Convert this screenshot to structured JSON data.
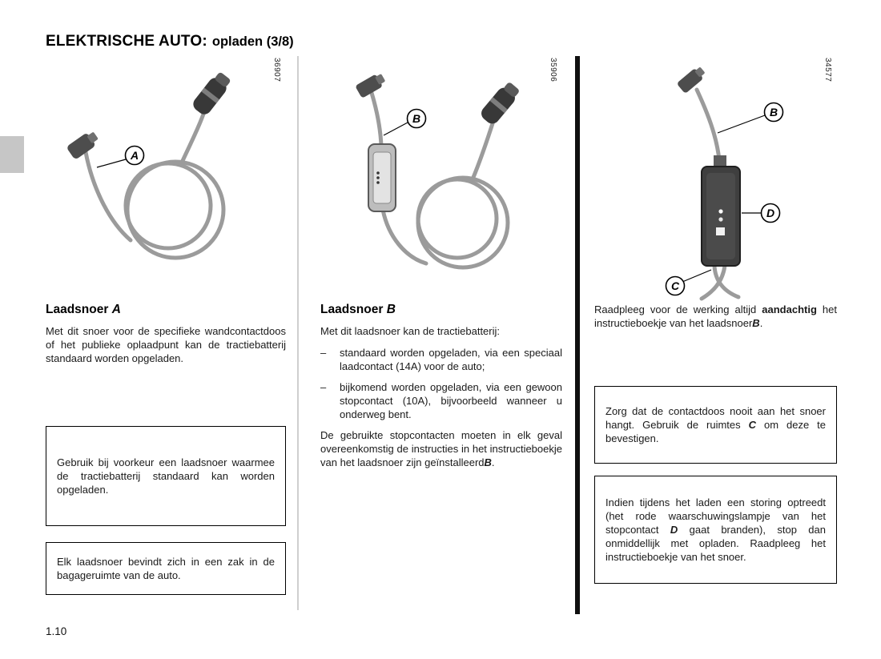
{
  "header": {
    "title_main": "ELEKTRISCHE AUTO:",
    "title_sub": "opladen (3/8)"
  },
  "footer": {
    "page_number": "1.10"
  },
  "column_a": {
    "figure_number": "36907",
    "callout_a": "A",
    "heading_text": "Laadsnoer ",
    "heading_letter": "A",
    "intro": "Met dit snoer voor de specifieke wandcontactdoos of het publieke oplaadpunt kan de tractiebatterij standaard worden opgeladen.",
    "note_preferred": "Gebruik bij voorkeur een laadsnoer waarmee de tractiebatterij standaard kan worden opgeladen.",
    "note_storage": "Elk laadsnoer bevindt zich in een zak in de bagageruimte van de auto."
  },
  "column_b": {
    "figure_number": "35906",
    "callout_b": "B",
    "heading_text": "Laadsnoer ",
    "heading_letter": "B",
    "intro": "Met dit laadsnoer kan de tractiebatterij:",
    "bullet_marker": "–",
    "bullets": [
      "standaard worden opgeladen, via een speciaal laadcontact (14A) voor de auto;",
      "bijkomend worden opgeladen, via een gewoon stopcontact (10A), bijvoorbeeld wanneer u onderweg bent."
    ],
    "outro_part1": "De gebruikte stopcontacten moeten in elk geval overeenkomstig de instructies in het instructieboekje van het laadsnoer zijn geïnstalleerd",
    "outro_letter": "B",
    "outro_part2": "."
  },
  "column_c": {
    "figure_number": "34577",
    "callout_b": "B",
    "callout_c": "C",
    "callout_d": "D",
    "intro_part1": "Raadpleeg voor de werking altijd ",
    "intro_bold": "aandachtig",
    "intro_part2": " het instructieboekje van het laadsnoer",
    "intro_letter": "B",
    "intro_part3": ".",
    "note_socket_part1": "Zorg dat de contactdoos nooit aan het snoer hangt. Gebruik de ruimtes ",
    "note_socket_letter": "C",
    "note_socket_part2": " om deze te bevestigen.",
    "note_fault_part1": "Indien tijdens het laden een storing optreedt (het rode waarschuwingslampje van het stopcontact ",
    "note_fault_letter": "D",
    "note_fault_part2": " gaat branden), stop dan onmiddellijk met opladen. Raadpleeg het instructieboekje van het snoer."
  }
}
